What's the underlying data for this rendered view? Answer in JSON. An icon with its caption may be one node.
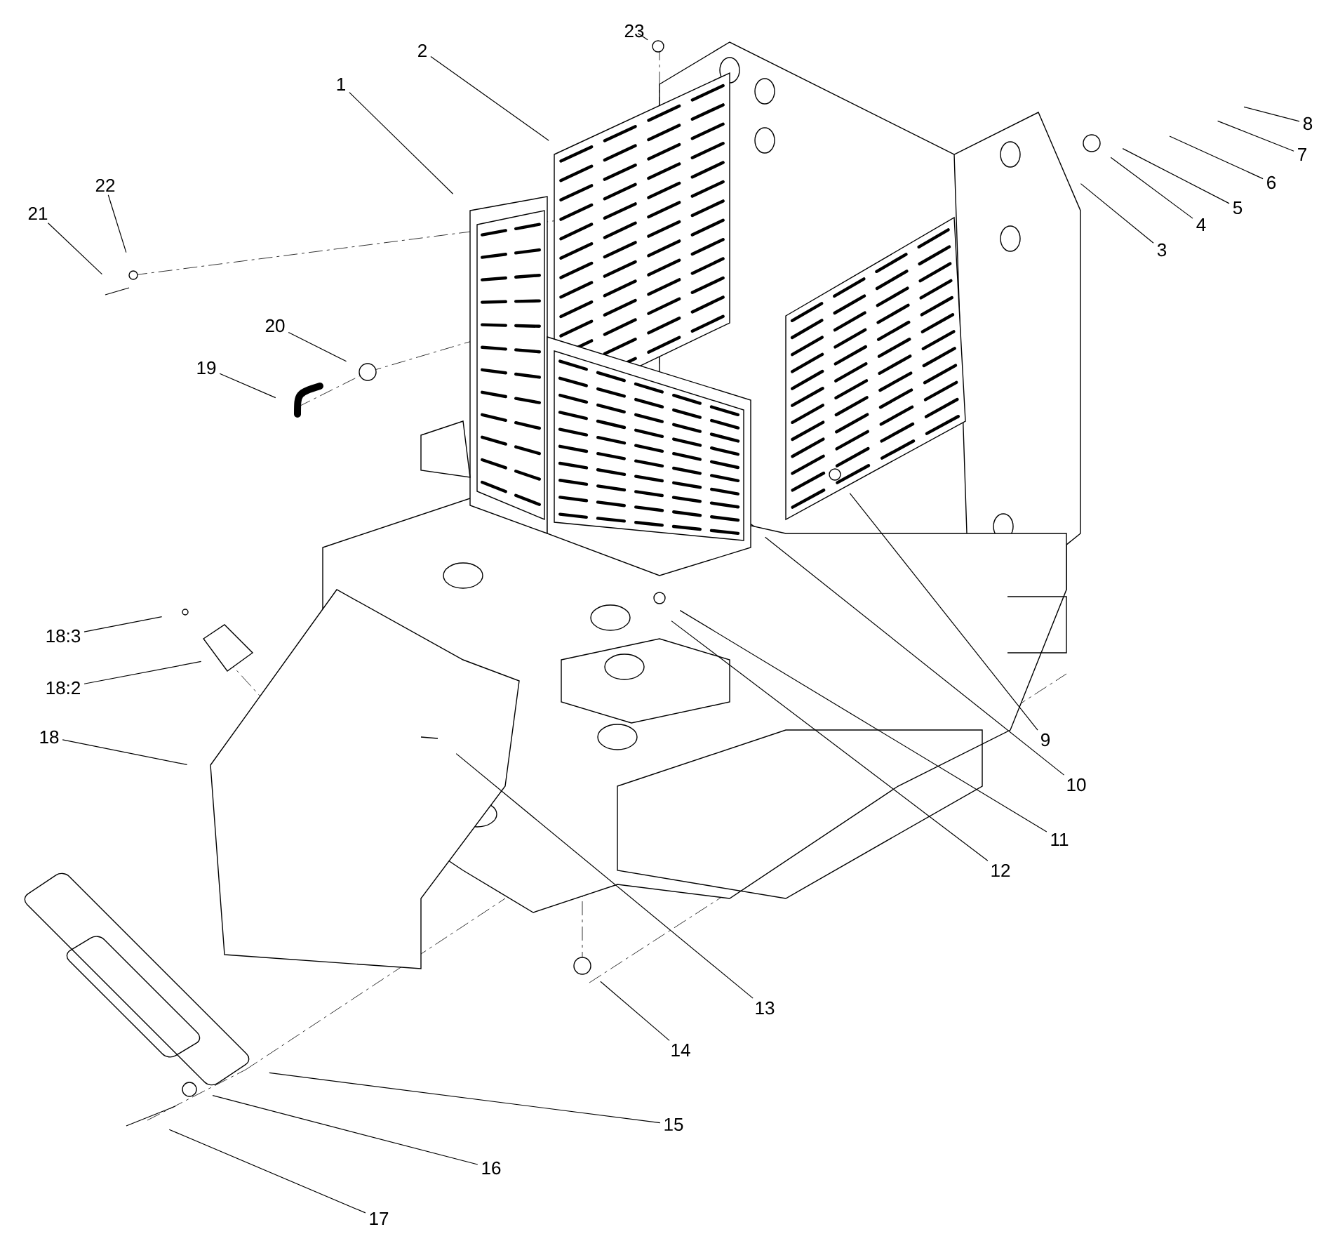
{
  "diagram": {
    "nodes": [
      {
        "text": [
          "23"
        ]
      },
      {
        "text": [
          "2"
        ]
      },
      {
        "text": [
          "1"
        ]
      },
      {
        "text": [
          "8"
        ]
      },
      {
        "text": [
          "7"
        ]
      },
      {
        "text": [
          "6"
        ]
      },
      {
        "text": [
          "5"
        ]
      },
      {
        "text": [
          "4"
        ]
      },
      {
        "text": [
          "3"
        ]
      },
      {
        "text": [
          "21"
        ]
      },
      {
        "text": [
          "22"
        ]
      },
      {
        "text": [
          "20"
        ]
      },
      {
        "text": [
          "19"
        ]
      },
      {
        "text": [
          "18:3"
        ]
      },
      {
        "text": [
          "18:2"
        ]
      },
      {
        "text": [
          "18"
        ]
      },
      {
        "text": [
          "9"
        ]
      },
      {
        "text": [
          "10"
        ]
      },
      {
        "text": [
          "11"
        ]
      },
      {
        "text": [
          "12"
        ]
      },
      {
        "text": [
          "13"
        ]
      },
      {
        "text": [
          "14"
        ]
      },
      {
        "text": [
          "15"
        ]
      },
      {
        "text": [
          "16"
        ]
      },
      {
        "text": [
          "17"
        ]
      }
    ],
    "edges": [
      {
        "from": 0,
        "to": null,
        "arrow": "none"
      },
      {
        "from": 1,
        "to": null,
        "arrow": "none"
      },
      {
        "from": 2,
        "to": null,
        "arrow": "none"
      },
      {
        "from": 3,
        "to": null,
        "arrow": "none"
      },
      {
        "from": 4,
        "to": null,
        "arrow": "none"
      },
      {
        "from": 5,
        "to": null,
        "arrow": "none"
      },
      {
        "from": 6,
        "to": null,
        "arrow": "none"
      },
      {
        "from": 7,
        "to": null,
        "arrow": "none"
      },
      {
        "from": 8,
        "to": null,
        "arrow": "none"
      },
      {
        "from": 9,
        "to": null,
        "arrow": "none"
      },
      {
        "from": 10,
        "to": null,
        "arrow": "none"
      },
      {
        "from": 11,
        "to": null,
        "arrow": "none"
      },
      {
        "from": 12,
        "to": null,
        "arrow": "none"
      },
      {
        "from": 13,
        "to": null,
        "arrow": "none"
      },
      {
        "from": 14,
        "to": null,
        "arrow": "none"
      },
      {
        "from": 15,
        "to": null,
        "arrow": "none"
      },
      {
        "from": 16,
        "to": null,
        "arrow": "none"
      },
      {
        "from": 17,
        "to": null,
        "arrow": "none"
      },
      {
        "from": 18,
        "to": null,
        "arrow": "none"
      },
      {
        "from": 19,
        "to": null,
        "arrow": "none"
      },
      {
        "from": 20,
        "to": null,
        "arrow": "none"
      },
      {
        "from": 21,
        "to": null,
        "arrow": "none"
      },
      {
        "from": 22,
        "to": null,
        "arrow": "none"
      },
      {
        "from": 23,
        "to": null,
        "arrow": "none"
      },
      {
        "from": 24,
        "to": null,
        "arrow": "none"
      }
    ]
  }
}
